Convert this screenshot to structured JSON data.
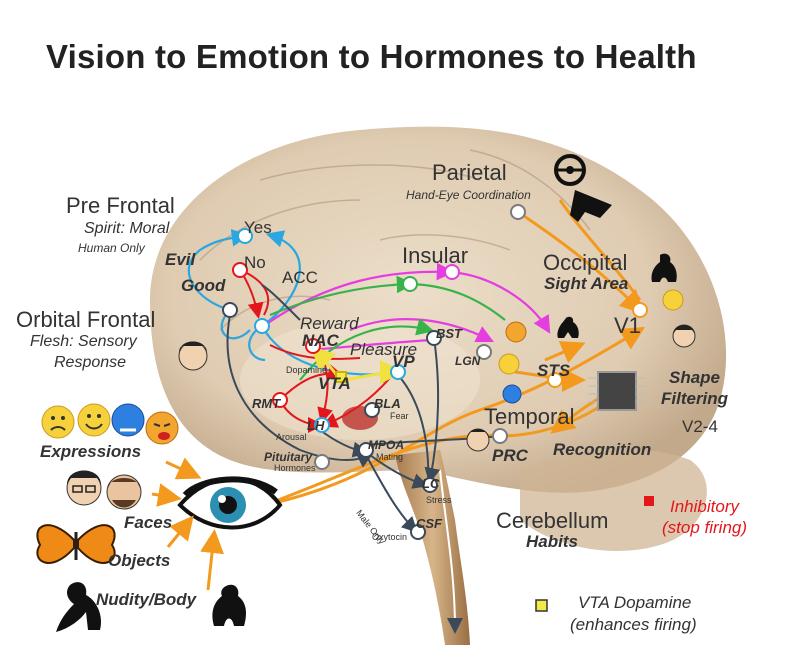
{
  "title": "Vision to Emotion to Hormones to Health",
  "regions": {
    "parietal": "Parietal",
    "parietal_sub": "Hand-Eye Coordination",
    "prefrontal": "Pre Frontal",
    "prefrontal_sub1": "Spirit: Moral",
    "prefrontal_sub2": "Human Only",
    "orbital": "Orbital Frontal",
    "orbital_sub1": "Flesh: Sensory",
    "orbital_sub2": "Response",
    "insular": "Insular",
    "occipital": "Occipital",
    "occipital_sub": "Sight Area",
    "acc": "ACC",
    "v1": "V1",
    "shape": "Shape",
    "filtering": "Filtering",
    "v24": "V2-4",
    "temporal": "Temporal",
    "recognition": "Recognition",
    "cerebellum": "Cerebellum",
    "habits": "Habits"
  },
  "nodes": {
    "yes": "Yes",
    "no": "No",
    "evil": "Evil",
    "good": "Good",
    "reward": "Reward",
    "nac": "NAC",
    "dopamine": "Dopamine",
    "pleasure": "Pleasure",
    "vp": "VP",
    "vta": "VTA",
    "bst": "BST",
    "lgn": "LGN",
    "sts": "STS",
    "rmt": "RMT",
    "bla": "BLA",
    "fear": "Fear",
    "lh": "LH",
    "arousal": "Arousal",
    "mpoa": "MPOA",
    "mating": "Mating",
    "pituitary": "Pituitary",
    "hormones": "Hormones",
    "prc": "PRC",
    "lc": "LC",
    "stress": "Stress",
    "csf": "CSF",
    "oxytocin": "Oxytocin",
    "male_only": "Male Only"
  },
  "inputs": {
    "expressions": "Expressions",
    "faces": "Faces",
    "objects": "Objects",
    "nudity": "Nudity/Body"
  },
  "legend": {
    "inhibitory1": "Inhibitory",
    "inhibitory2": "(stop firing)",
    "vta1": "VTA Dopamine",
    "vta2": "(enhances firing)",
    "inhibitory_color": "#e3171b",
    "vta_color": "#f5e94a"
  },
  "colors": {
    "orange": "#f39a1e",
    "cyan": "#2aa7e0",
    "magenta": "#e43ee0",
    "green": "#38b34a",
    "red": "#e3171b",
    "dark": "#3a4a5a",
    "yellow": "#f0e040"
  }
}
